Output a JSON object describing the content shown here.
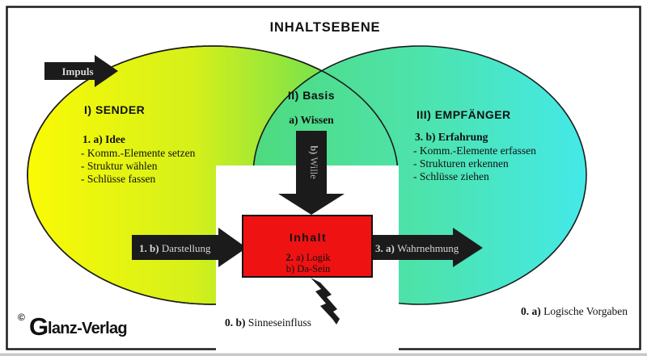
{
  "title": "INHALTSEBENE",
  "arrows": {
    "impuls": {
      "label": "Impuls"
    },
    "wille": {
      "prefix": "b)",
      "label": " Wille"
    },
    "darstellung": {
      "prefix": "1. b)",
      "label": " Darstellung"
    },
    "wahrnehmung": {
      "prefix": "3. a)",
      "label": " Wahrnehmung"
    }
  },
  "sender": {
    "heading": "I) SENDER",
    "subheading": "1. a) Idee",
    "items": [
      "- Komm.-Elemente setzen",
      "- Struktur wählen",
      "- Schlüsse fassen"
    ]
  },
  "basis": {
    "heading": "II) Basis",
    "subheading": "a) Wissen"
  },
  "empfaenger": {
    "heading": "III) EMPFÄNGER",
    "subheading": "3. b) Erfahrung",
    "items": [
      "- Komm.-Elemente erfassen",
      "- Strukturen erkennen",
      "- Schlüsse ziehen"
    ]
  },
  "inhalt": {
    "title": "Inhalt",
    "line1_prefix": "2.",
    "line1_rest": " a) Logik",
    "line2": "b) Da-Sein"
  },
  "footnotes": {
    "sinneseinfluss": {
      "prefix": "0. b)",
      "label": " Sinneseinfluss"
    },
    "logische_vorgaben": {
      "prefix": "0. a)",
      "label": " Logische Vorgaben"
    }
  },
  "logo": {
    "copyright": "©",
    "initial": "G",
    "rest": "lanz-Verlag"
  },
  "colors": {
    "ellipse_left_start": "#FAFA05",
    "ellipse_left_mid": "#D5F01A",
    "ellipse_left_end": "#3FD96B",
    "ellipse_right_start": "#4FDA7E",
    "ellipse_right_mid": "#4DE3AC",
    "ellipse_right_end": "#44E9E8",
    "box_red": "#EE1212",
    "arrow_black": "#1B1B1B"
  }
}
